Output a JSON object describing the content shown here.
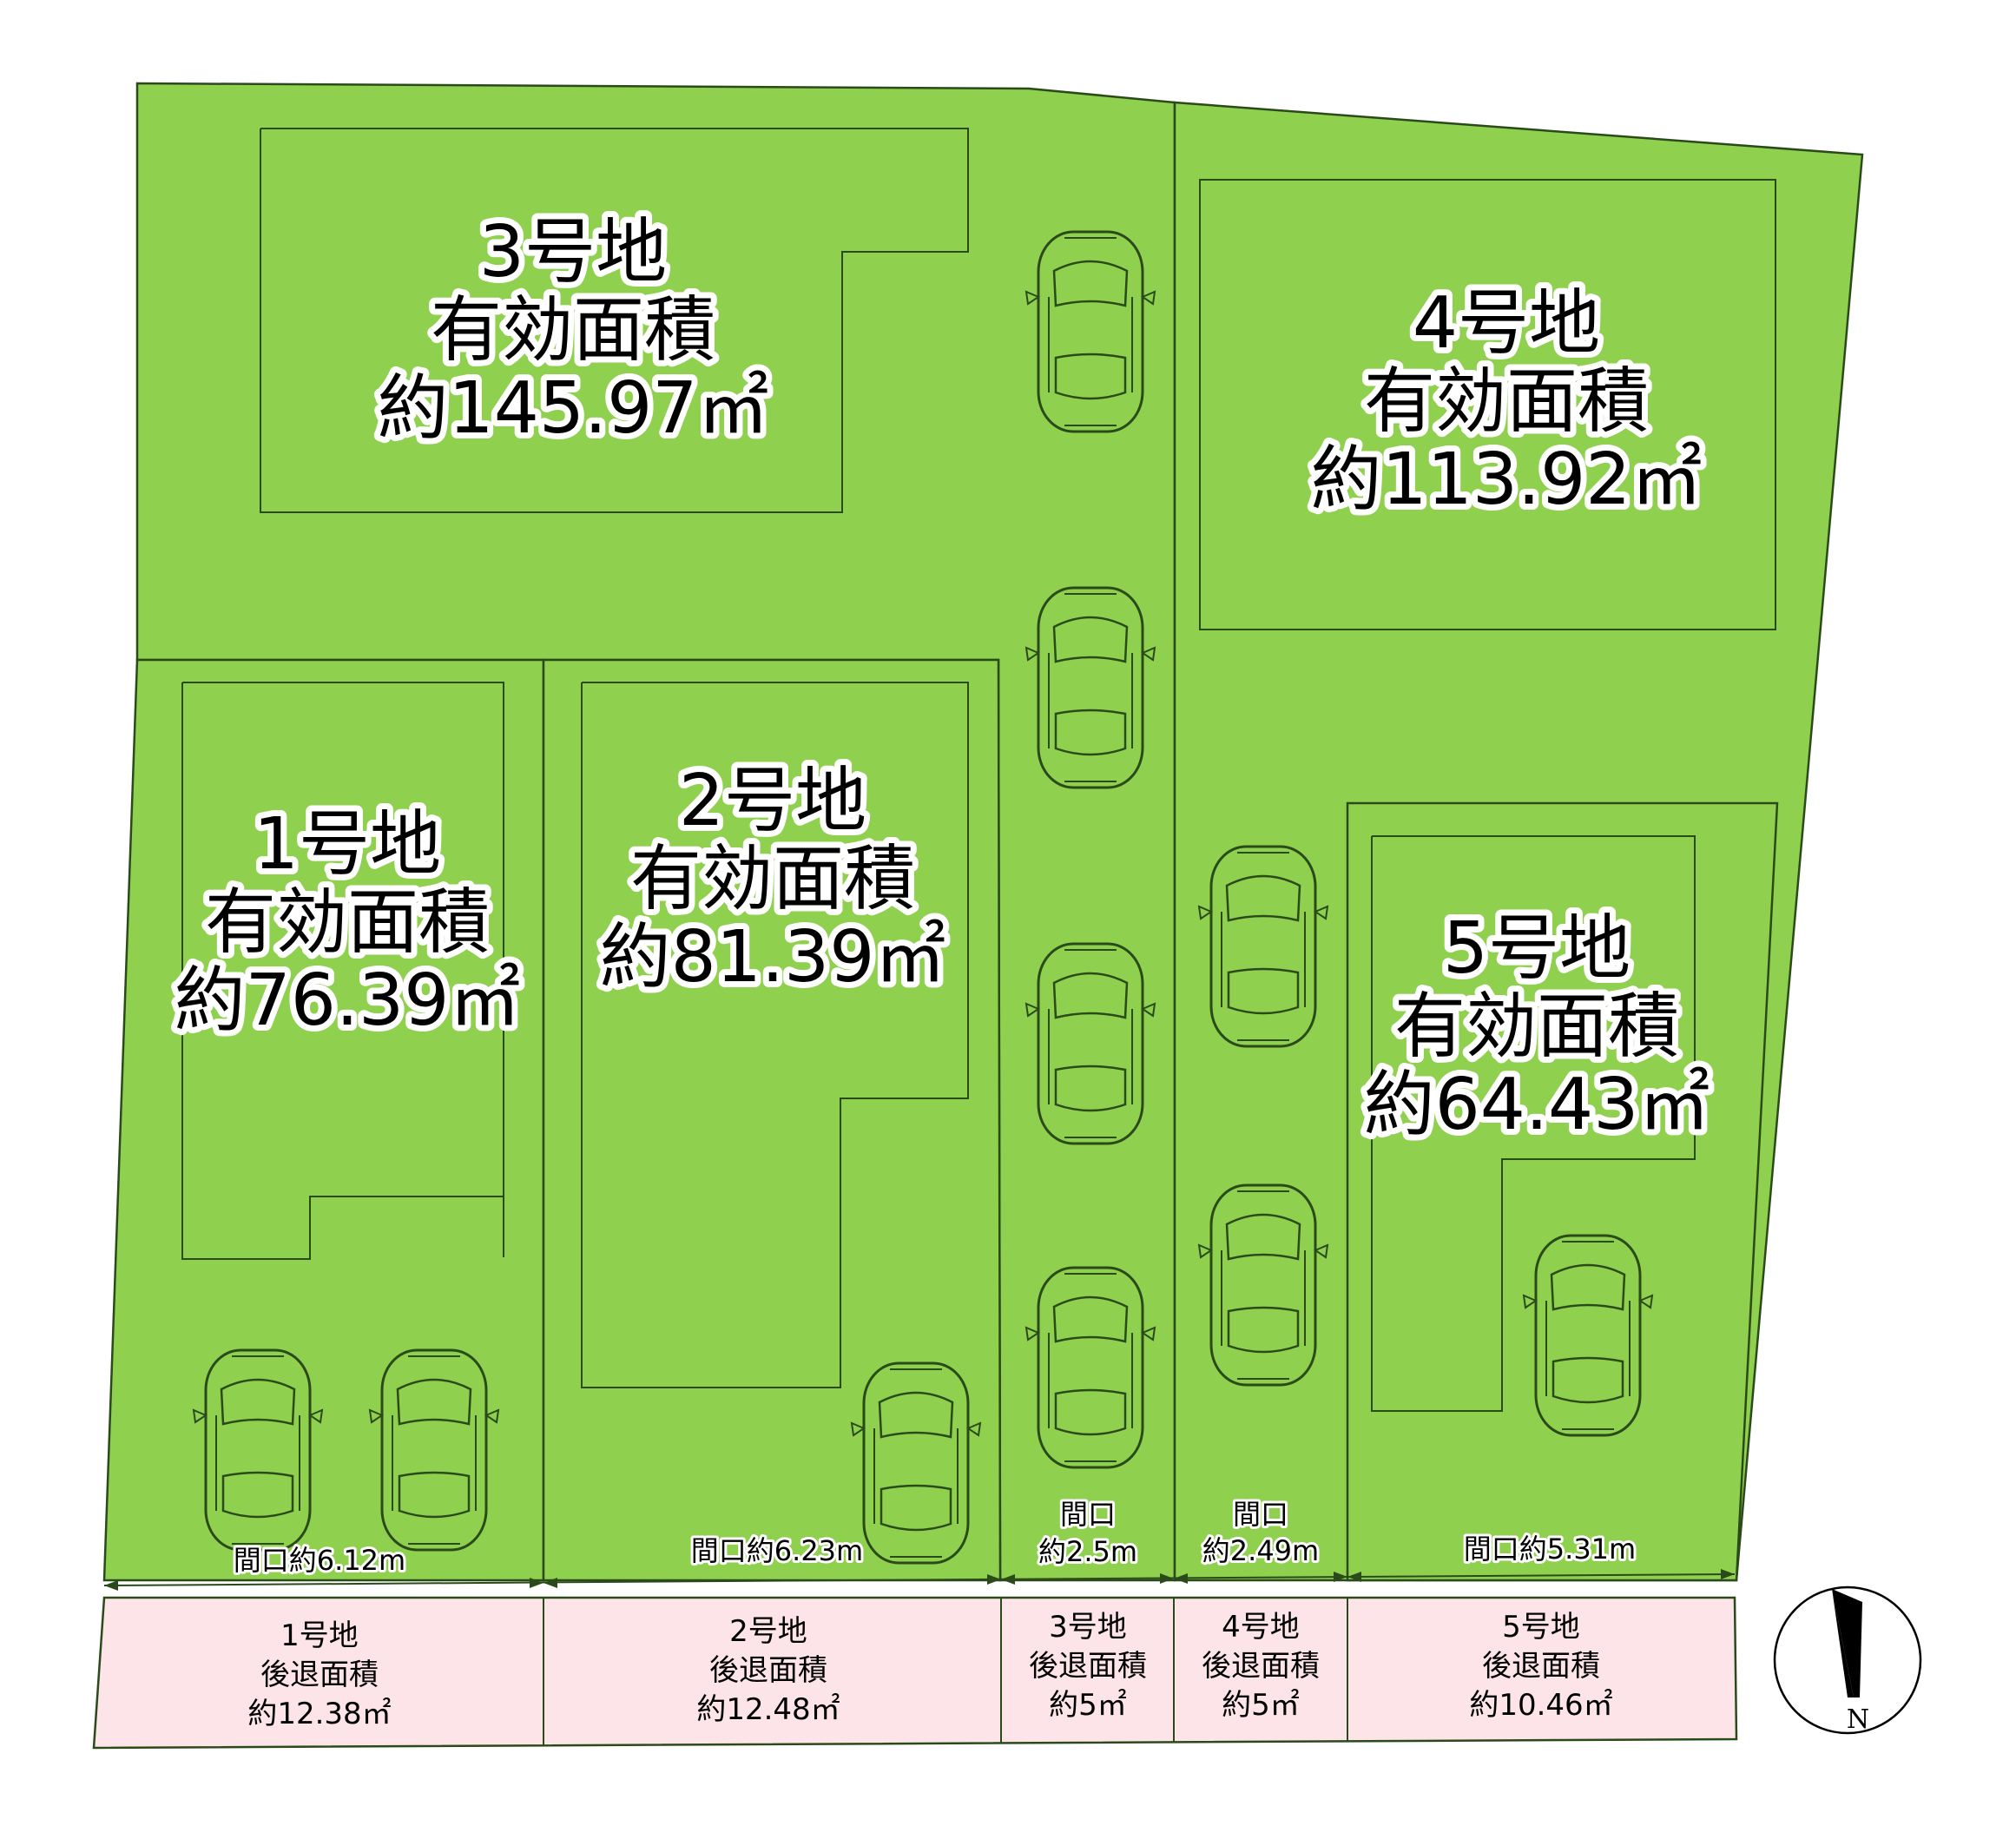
{
  "colors": {
    "lot": "#8fd14f",
    "setback": "#fce4e8",
    "line": "#2b4a1a"
  },
  "lots": [
    {
      "id": "lot1",
      "title": "1号地",
      "area_caption": "有効面積",
      "area": "約76.39㎡",
      "frontage": "間口約6.12m",
      "setback_title": "1号地",
      "setback_caption": "後退面積",
      "setback_area": "約12.38㎡"
    },
    {
      "id": "lot2",
      "title": "2号地",
      "area_caption": "有効面積",
      "area": "約81.39㎡",
      "frontage": "間口約6.23m",
      "setback_title": "2号地",
      "setback_caption": "後退面積",
      "setback_area": "約12.48㎡"
    },
    {
      "id": "lot3",
      "title": "3号地",
      "area_caption": "有効面積",
      "area": "約145.97㎡",
      "frontage_line1": "間口",
      "frontage_line2": "約2.5m",
      "setback_title": "3号地",
      "setback_caption": "後退面積",
      "setback_area": "約5㎡"
    },
    {
      "id": "lot4",
      "title": "4号地",
      "area_caption": "有効面積",
      "area": "約113.92㎡",
      "frontage_line1": "間口",
      "frontage_line2": "約2.49m",
      "setback_title": "4号地",
      "setback_caption": "後退面積",
      "setback_area": "約5㎡"
    },
    {
      "id": "lot5",
      "title": "5号地",
      "area_caption": "有効面積",
      "area": "約64.43㎡",
      "frontage": "間口約5.31m",
      "setback_title": "5号地",
      "setback_caption": "後退面積",
      "setback_area": "約10.46㎡"
    }
  ],
  "compass": {
    "letter": "N",
    "icon": "north-arrow-icon"
  },
  "cars": {
    "icon": "car-top-view-icon",
    "count": 10
  }
}
